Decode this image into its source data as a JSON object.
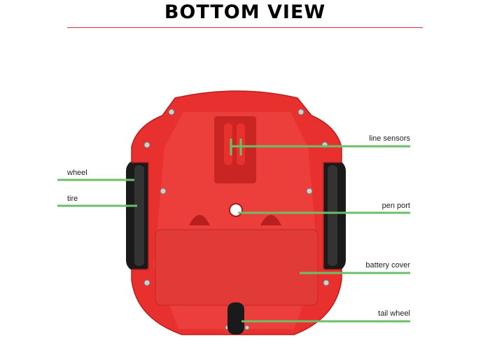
{
  "title": "BOTTOM VIEW",
  "labels": {
    "wheel": "wheel",
    "tire": "tire",
    "line_sensors": "line sensors",
    "pen_port": "pen port",
    "battery_cover": "battery cover",
    "tail_wheel": "tail wheel"
  },
  "colors": {
    "body": "#e8312f",
    "leader": "#6cbf6a",
    "rule": "#d2303c"
  }
}
